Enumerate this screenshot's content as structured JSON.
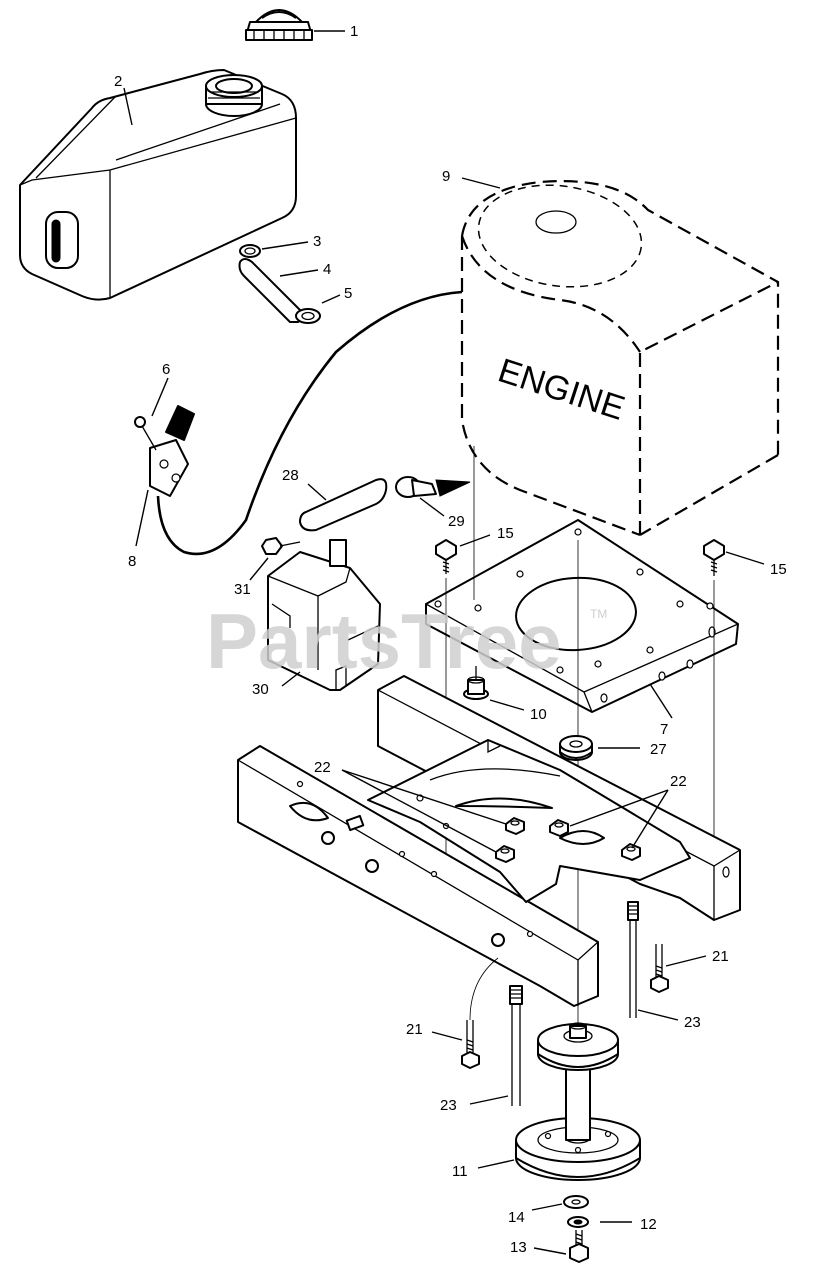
{
  "diagram": {
    "engine_label": "ENGINE",
    "watermark": "PartsTree",
    "watermark_tm": "TM",
    "callouts": {
      "c1": "1",
      "c2": "2",
      "c3": "3",
      "c4": "4",
      "c5": "5",
      "c6": "6",
      "c7": "7",
      "c8": "8",
      "c9": "9",
      "c10": "10",
      "c11": "11",
      "c12": "12",
      "c13": "13",
      "c14": "14",
      "c15a": "15",
      "c15b": "15",
      "c21a": "21",
      "c21b": "21",
      "c22a": "22",
      "c22b": "22",
      "c23a": "23",
      "c23b": "23",
      "c27": "27",
      "c28": "28",
      "c29": "29",
      "c30": "30",
      "c31": "31"
    },
    "colors": {
      "line": "#000000",
      "background": "#ffffff",
      "watermark": "#cfcfcf"
    }
  }
}
